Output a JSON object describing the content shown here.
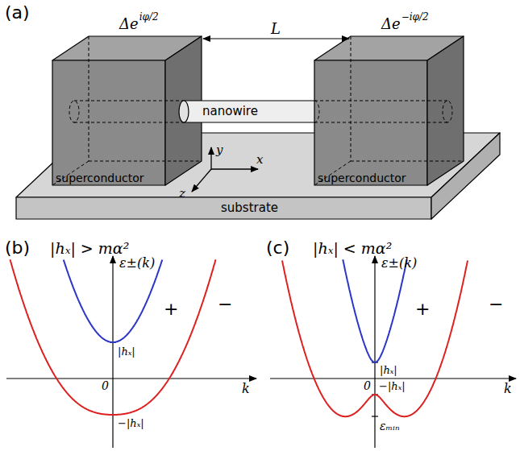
{
  "diagram": {
    "nodes": [
      {
        "text": [
          "Δe",
          "iφ/2",
          "superconductor"
        ]
      },
      {
        "text": [
          "Δe",
          "−iφ/2",
          "superconductor"
        ]
      },
      {
        "text": [
          "nanowire"
        ]
      },
      {
        "text": [
          "substrate"
        ]
      }
    ],
    "labels": [
      "(a)",
      "L",
      "y",
      "x",
      "z",
      "(b)",
      "|hₓ| > mα²",
      "ε±(k)",
      "k",
      "0",
      "+",
      "−",
      "|hₓ|",
      "−|hₓ|",
      "(c)",
      "|hₓ| < mα²",
      "ε±(k)",
      "k",
      "0",
      "+",
      "−",
      "|hₓ|",
      "−|hₓ|",
      "εₘᵢₙ"
    ]
  }
}
